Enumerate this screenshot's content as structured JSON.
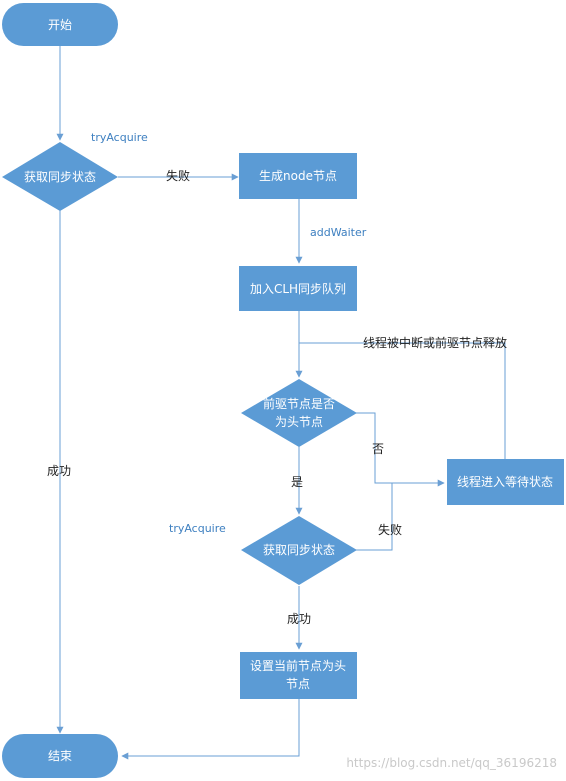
{
  "colors": {
    "node_fill": "#5b9bd5",
    "edge": "#6a9fd4",
    "node_text": "#ffffff",
    "api_text": "#3d7fc0"
  },
  "nodes": {
    "start": "开始",
    "acquire1": "获取同步状态",
    "create_node": "生成node节点",
    "enqueue": "加入CLH同步队列",
    "check_prev_line1": "前驱节点是否",
    "check_prev_line2": "为头节点",
    "waiting": "线程进入等待状态",
    "acquire2": "获取同步状态",
    "set_head_line1": "设置当前节点为头",
    "set_head_line2": "节点",
    "end": "结束"
  },
  "edge_labels": {
    "try_acquire_1": "tryAcquire",
    "fail_1": "失败",
    "add_waiter": "addWaiter",
    "interrupt_or_release": "线程被中断或前驱节点释放",
    "no": "否",
    "yes": "是",
    "try_acquire_2": "tryAcquire",
    "fail_2": "失败",
    "success_1": "成功",
    "success_2": "成功"
  },
  "watermark": "https://blog.csdn.net/qq_36196218"
}
